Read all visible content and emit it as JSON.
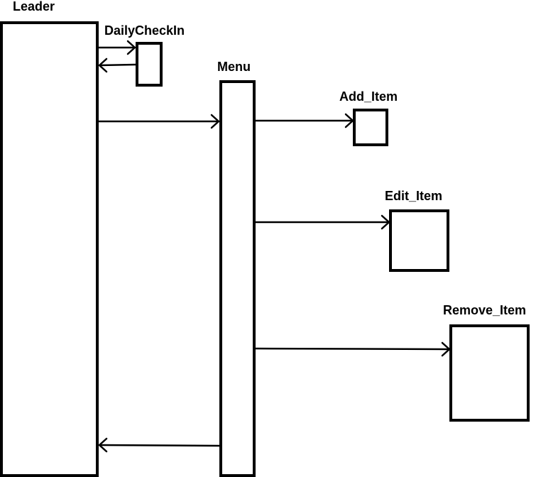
{
  "diagram": {
    "labels": {
      "leader": "Leader",
      "daily_check_in": "DailyCheckIn",
      "menu": "Menu",
      "add_item": "Add_Item",
      "edit_item": "Edit_Item",
      "remove_item": "Remove_Item"
    }
  }
}
